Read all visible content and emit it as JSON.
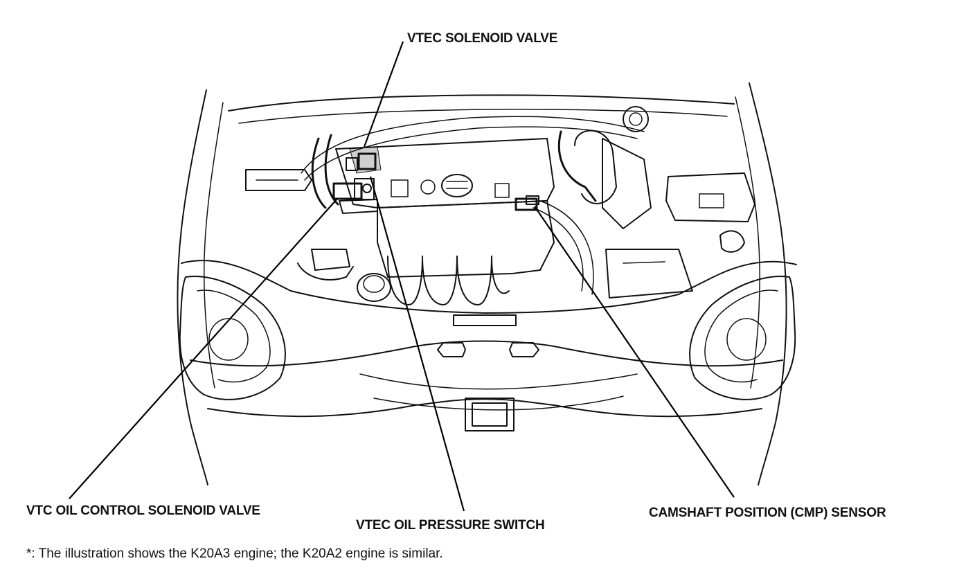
{
  "labels": {
    "vtec_solenoid_valve": "VTEC SOLENOID VALVE",
    "vtc_oil_control_solenoid_valve": "VTC OIL CONTROL SOLENOID VALVE",
    "vtec_oil_pressure_switch": "VTEC OIL PRESSURE SWITCH",
    "camshaft_position_sensor": "CAMSHAFT POSITION (CMP) SENSOR"
  },
  "footnote": "*: The illustration shows the K20A3 engine; the K20A2 engine is similar."
}
